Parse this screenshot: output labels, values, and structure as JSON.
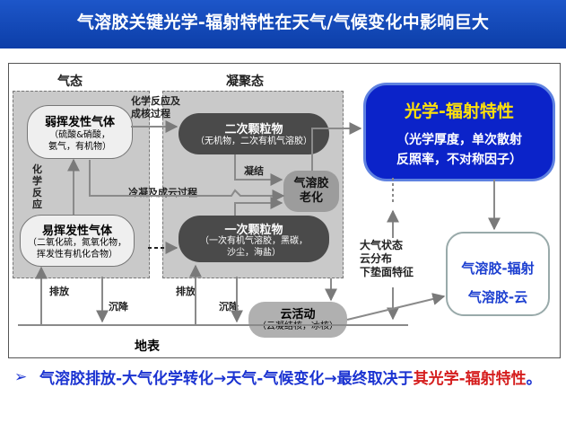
{
  "header": {
    "title": "气溶胶关键光学-辐射特性在天气/气候变化中影响巨大"
  },
  "zones": {
    "gas": "气态",
    "condensed": "凝聚态"
  },
  "boxes": {
    "weak_volatile": {
      "title": "弱挥发性气体",
      "detail": "（硫酸&硝酸，\n氨气，有机物）"
    },
    "volatile": {
      "title": "易挥发性气体",
      "detail": "（二氧化硫，氮氧化物，\n挥发性有机化合物）"
    },
    "secondary": {
      "title": "二次颗粒物",
      "detail": "（无机物，二次有机气溶胶）"
    },
    "primary": {
      "title": "一次颗粒物",
      "detail": "（一次有机气溶胶，黑碳，\n沙尘，海盐）"
    },
    "aging": {
      "title": "气溶胶\n老化"
    },
    "cloud": {
      "title": "云活动",
      "detail": "（云凝结核，冰核）"
    }
  },
  "labels": {
    "chem_reaction_growth": "化学反应及\n成核过程",
    "chem_reaction": "化\n学\n反\n应",
    "condensation_cloud": "冷凝及成云过程",
    "coagulation": "凝结",
    "emission_left": "排放",
    "deposition_left": "沉降",
    "emission_right": "排放",
    "deposition_right": "沉降",
    "atmos_factors": "大气状态\n云分布\n下垫面特征",
    "surface": "地表"
  },
  "optics": {
    "title": "光学-辐射特性",
    "desc": "（光学厚度，单次散射\n反照率，不对称因子）"
  },
  "interactions": {
    "aerosol_radiation": "气溶胶-辐射",
    "aerosol_cloud": "气溶胶-云"
  },
  "footer": {
    "bullet": "➢",
    "text_main": "气溶胶排放-大气化学转化→天气-气候变化→最终取决于",
    "text_highlight": "其光学-辐射特性",
    "text_end": "。"
  },
  "colors": {
    "banner": "#1d56c9",
    "optics_box": "#0b23c9",
    "optics_title": "#ffe10a",
    "highlight": "#d51d1d",
    "footer_text": "#1b33d1"
  }
}
